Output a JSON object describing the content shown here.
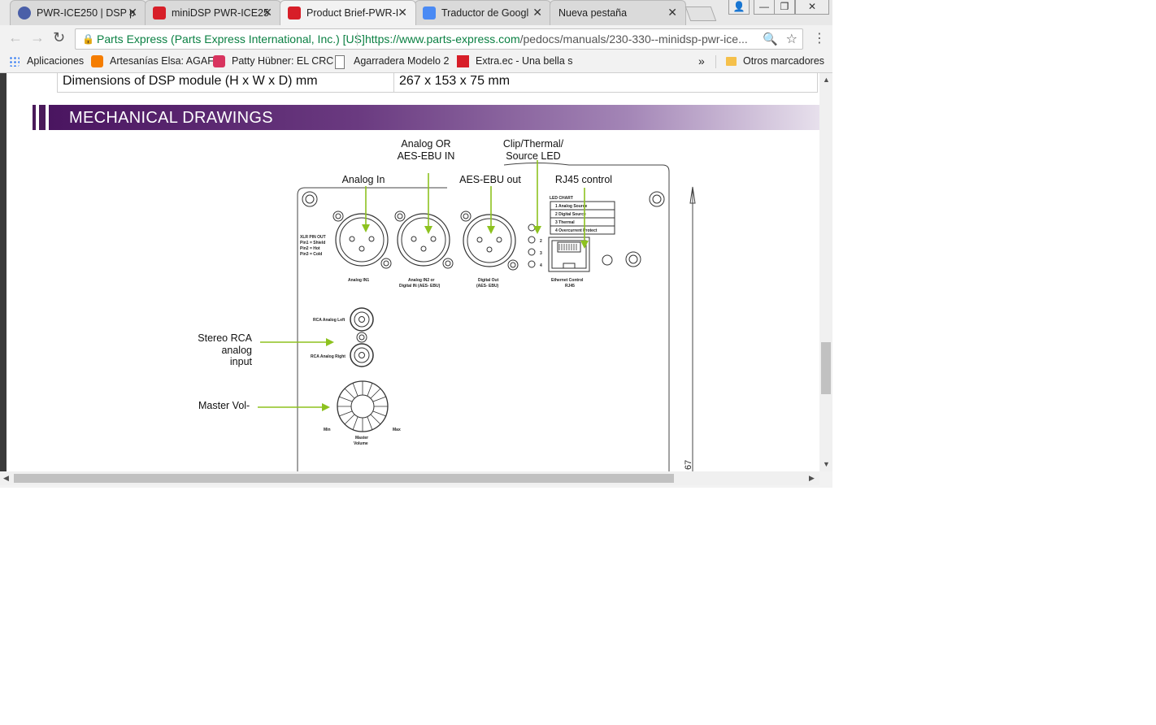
{
  "tabs": [
    {
      "label": "PWR-ICE250 | DSP p",
      "icon": "dsp-favicon",
      "active": false
    },
    {
      "label": "miniDSP PWR-ICE25",
      "icon": "parts-express-favicon",
      "active": false
    },
    {
      "label": "Product Brief-PWR-I",
      "icon": "parts-express-favicon",
      "active": true
    },
    {
      "label": "Traductor de Googl",
      "icon": "google-translate-favicon",
      "active": false
    },
    {
      "label": "Nueva pestaña",
      "icon": "",
      "active": false
    }
  ],
  "toolbar": {
    "secure_label": "Parts Express (Parts Express International, Inc.) [US]",
    "url_host": "https://www.parts-express.com",
    "url_path": "/pedocs/manuals/230-330--minidsp-pwr-ice..."
  },
  "bookmarks": {
    "apps": "Aplicaciones",
    "items": [
      {
        "label": "Artesanías Elsa: AGAF",
        "icon": "blogger-icon"
      },
      {
        "label": "Patty Hübner: EL CRC",
        "icon": "bookmark-icon"
      },
      {
        "label": "Agarradera Modelo 2",
        "icon": "page-icon"
      },
      {
        "label": "Extra.ec - Una bella s",
        "icon": "extra-icon"
      }
    ],
    "more": "»",
    "other": "Otros marcadores"
  },
  "document": {
    "dim_label": "Dimensions of DSP module (H  x W x D) mm",
    "dim_value": "267 x 153 x 75  mm",
    "section_title": "MECHANICAL DRAWINGS",
    "callouts": {
      "analog_in": "Analog In",
      "analog_or_1": "Analog OR",
      "analog_or_2": "AES-EBU IN",
      "aes_out": "AES-EBU out",
      "clip_1": "Clip/Thermal/",
      "clip_2": "Source LED",
      "rj45": "RJ45 control",
      "stereo_1": "Stereo RCA",
      "stereo_2": "analog",
      "stereo_3": "input",
      "master": "Master Vol-"
    },
    "panel": {
      "xlr_title": "XLR PIN OUT",
      "xlr_pin1": "Pin1 = Shield",
      "xlr_pin2": "Pin2 = Hot",
      "xlr_pin3": "Pin3 = Cold",
      "analog_in1": "Analog IN1",
      "analog_in2_1": "Analog IN2 or",
      "analog_in2_2": "Digital IN (AES- EBU)",
      "digital_out_1": "Digital Out",
      "digital_out_2": "(AES- EBU)",
      "led_chart": "LED CHART",
      "led_1": "1   Analog Source",
      "led_2": "2   Digital Source",
      "led_3": "3   Thermal",
      "led_4": "4   Overcurrent Protect",
      "eth_1": "Ethernet Control",
      "eth_2": "RJ45",
      "rca_left": "RCA Analog Left",
      "rca_right": "RCA Analog Right",
      "vol_min": "Min",
      "vol_max": "Max",
      "vol_1": "Master",
      "vol_2": "Volume",
      "led_nums": [
        "2",
        "3",
        "4"
      ],
      "edge_mark": "67"
    }
  },
  "colors": {
    "arrow": "#8dc21f",
    "banner": "#4a1560"
  }
}
